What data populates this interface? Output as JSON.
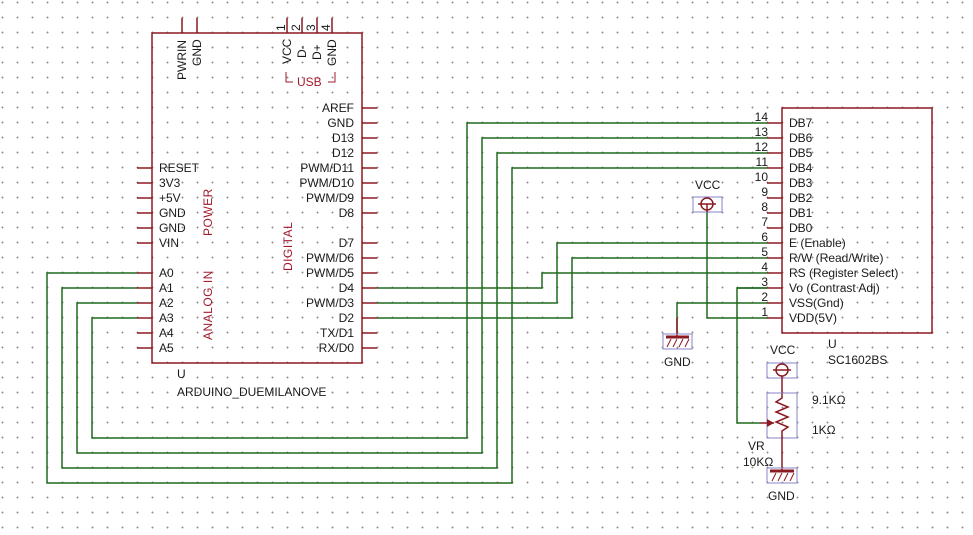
{
  "arduino": {
    "ref": "U",
    "name": "ARDUINO_DUEMILANOVE",
    "top_pins": [
      "PWRIN",
      "GND"
    ],
    "usb_pins": [
      {
        "num": "1",
        "label": "VCC"
      },
      {
        "num": "2",
        "label": "D-"
      },
      {
        "num": "3",
        "label": "D+"
      },
      {
        "num": "4",
        "label": "GND"
      }
    ],
    "usb_label": "USB",
    "left_power_pins": [
      "RESET",
      "3V3",
      "+5V",
      "GND",
      "GND",
      "VIN"
    ],
    "left_analog_pins": [
      "A0",
      "A1",
      "A2",
      "A3",
      "A4",
      "A5"
    ],
    "right_pins_top": [
      "AREF",
      "GND",
      "D13",
      "D12",
      "PWM/D11",
      "PWM/D10",
      "PWM/D9",
      "D8"
    ],
    "right_pins_bottom": [
      "D7",
      "PWM/D6",
      "PWM/D5",
      "D4",
      "PWM/D3",
      "D2",
      "TX/D1",
      "RX/D0"
    ],
    "section_power": "POWER",
    "section_analog": "ANALOG IN",
    "section_digital": "DIGITAL"
  },
  "lcd": {
    "ref": "U",
    "name": "SC1602BS",
    "pins": [
      {
        "num": "14",
        "label": "DB7"
      },
      {
        "num": "13",
        "label": "DB6"
      },
      {
        "num": "12",
        "label": "DB5"
      },
      {
        "num": "11",
        "label": "DB4"
      },
      {
        "num": "10",
        "label": "DB3"
      },
      {
        "num": "9",
        "label": "DB2"
      },
      {
        "num": "8",
        "label": "DB1"
      },
      {
        "num": "7",
        "label": "DB0"
      },
      {
        "num": "6",
        "label": "E (Enable)"
      },
      {
        "num": "5",
        "label": "R/W (Read/Write)"
      },
      {
        "num": "4",
        "label": "RS (Register Select)"
      },
      {
        "num": "3",
        "label": "Vo (Contrast Adj)"
      },
      {
        "num": "2",
        "label": "VSS(Gnd)"
      },
      {
        "num": "1",
        "label": "VDD(5V)"
      }
    ]
  },
  "power": {
    "vcc1": "VCC",
    "gnd1": "GND",
    "vcc2": "VCC",
    "gnd2": "GND"
  },
  "pot": {
    "ref": "VR",
    "value": "10KΩ",
    "upper": "9.1KΩ",
    "lower": "1KΩ"
  },
  "connections": [
    {
      "from": "A0",
      "to": "DB4"
    },
    {
      "from": "A1",
      "to": "DB5"
    },
    {
      "from": "A2",
      "to": "DB6"
    },
    {
      "from": "A3",
      "to": "DB7"
    },
    {
      "from": "D4",
      "to": "RS (Register Select)"
    },
    {
      "from": "PWM/D3",
      "to": "E (Enable)"
    },
    {
      "from": "D2",
      "to": "R/W (Read/Write)"
    },
    {
      "from": "VCC",
      "to": "VDD(5V)"
    },
    {
      "from": "GND",
      "to": "VSS(Gnd)"
    },
    {
      "from": "VR wiper",
      "to": "Vo (Contrast Adj)"
    }
  ],
  "colors": {
    "component": "#8b1a22",
    "wire": "#1f6b1f",
    "section_text": "#a31a2c",
    "power_box": "#8a86c8"
  }
}
